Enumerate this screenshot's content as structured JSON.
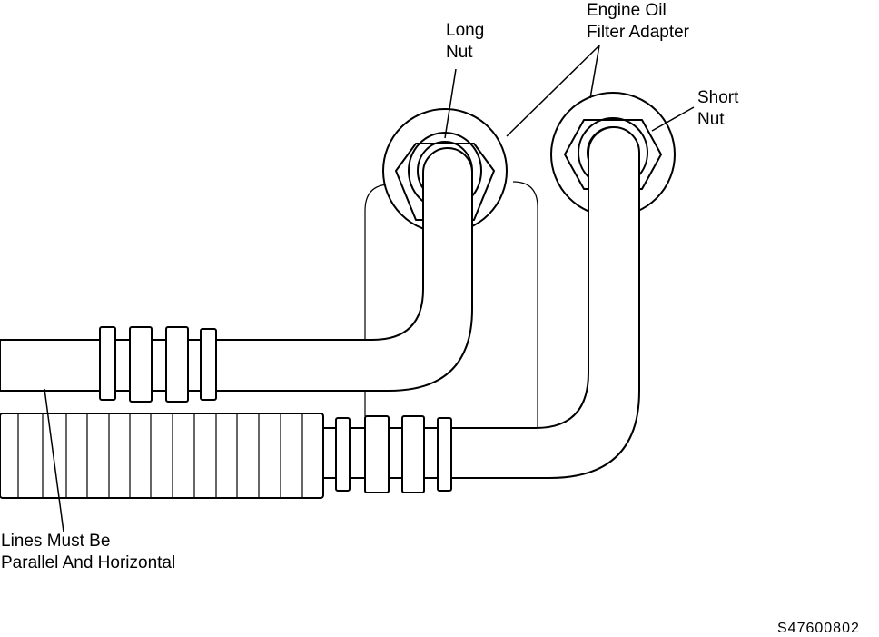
{
  "labels": {
    "long_nut": [
      "Long",
      "Nut"
    ],
    "engine_oil_filter_adapter": [
      "Engine Oil",
      "Filter Adapter"
    ],
    "short_nut": [
      "Short",
      "Nut"
    ],
    "lines_parallel": [
      "Lines Must Be",
      "Parallel And Horizontal"
    ]
  },
  "figure_id": "S47600802"
}
